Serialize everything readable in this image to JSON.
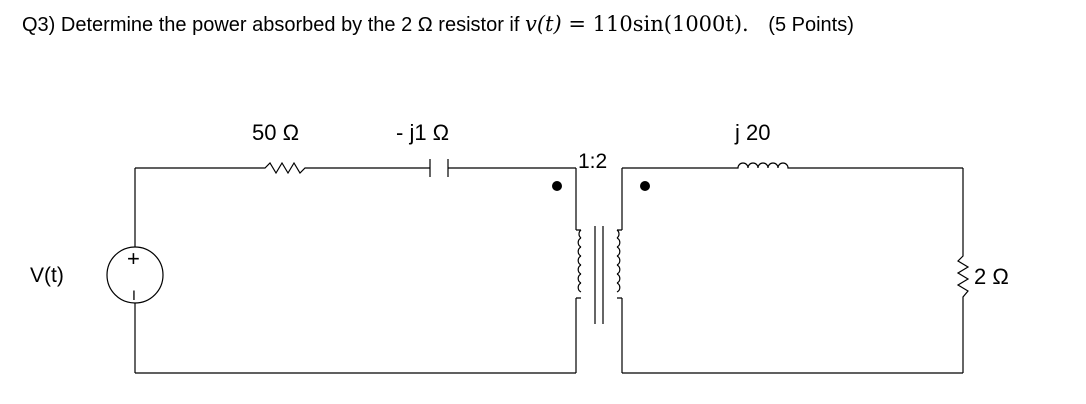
{
  "question": {
    "number": "Q3)",
    "prompt": "Determine the power absorbed by the 2 Ω resistor if",
    "equation_lhs": "v(t)",
    "equation_op": "=",
    "equation_rhs": "110sin(1000t).",
    "points": "(5 Points)"
  },
  "circuit": {
    "source_label": "V(t)",
    "source_plus": "+",
    "source_minus": "I",
    "resistor_series_label": "50 Ω",
    "capacitor_label": "- j1 Ω",
    "transformer_ratio": "1:2",
    "inductor_label": "j 20",
    "load_resistor_label": "2 Ω"
  }
}
